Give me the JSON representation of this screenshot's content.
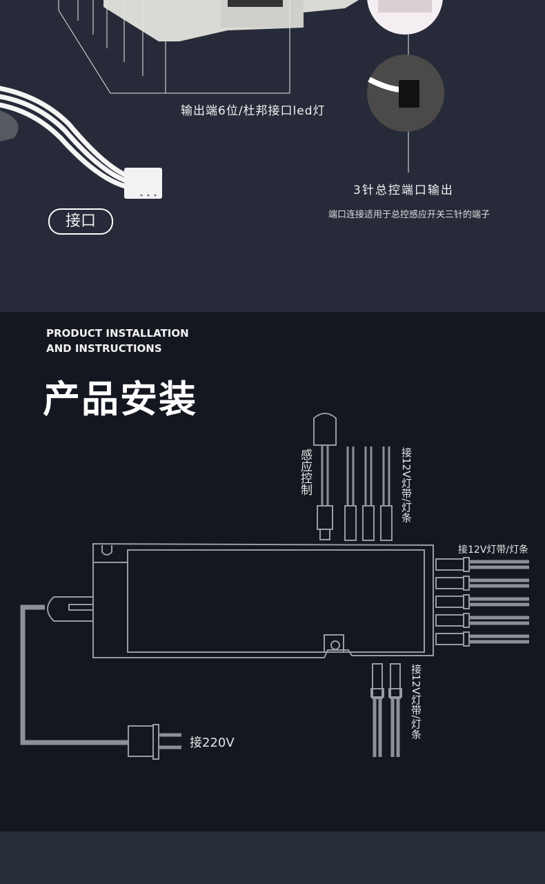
{
  "top_section": {
    "output_label": "输出端6位/杜邦接口led灯",
    "control_title": "3针总控端口输出",
    "control_desc": "端口连接适用于总控感应开关三针的端子",
    "port_badge": "接口"
  },
  "install_section": {
    "subtitle_line1": "PRODUCT INSTALLATION",
    "subtitle_line2": "AND INSTRUCTIONS",
    "title": "产品安装",
    "sensor_label": "感应控制",
    "top_strip_label": "接12V灯带/灯条",
    "right_strip_label": "接12V灯带/灯条",
    "bottom_strip_label": "接12V灯带/灯条",
    "power_label": "接220V"
  },
  "colors": {
    "top_bg": "#272b39",
    "mid_bg": "#141720",
    "line": "#9a9ca2"
  }
}
